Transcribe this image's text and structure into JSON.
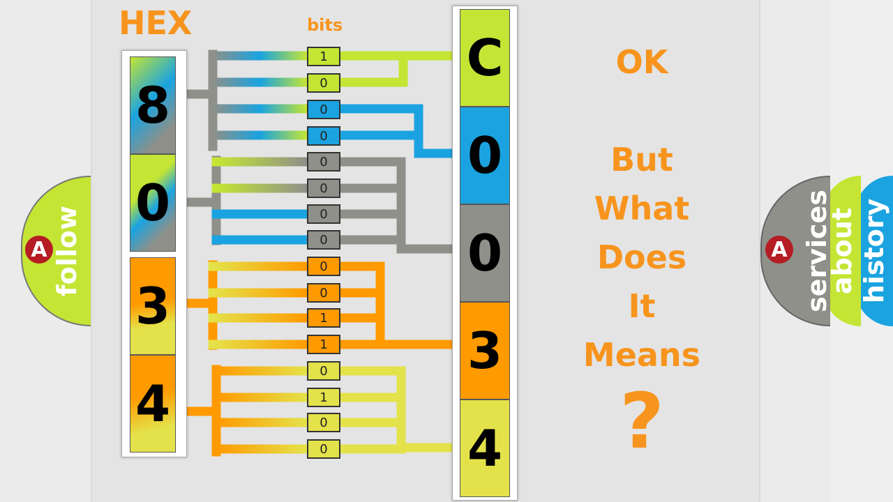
{
  "titles": {
    "hex": "HEX",
    "bits": "bits"
  },
  "left_digits": [
    "8",
    "0",
    "3",
    "4"
  ],
  "bits": [
    "1",
    "0",
    "0",
    "0",
    "0",
    "0",
    "0",
    "0",
    "0",
    "0",
    "1",
    "1",
    "0",
    "1",
    "0",
    "0"
  ],
  "right_digits": [
    "C",
    "0",
    "0",
    "3",
    "4"
  ],
  "message": [
    "OK",
    "But",
    "What",
    "Does",
    "It",
    "Means",
    "?"
  ],
  "tabs": {
    "follow": "follow",
    "services": "services",
    "about": "about",
    "history": "history"
  },
  "logo_letter": "A",
  "colors": {
    "lime": "#c4e534",
    "blue": "#1aa3e0",
    "gray": "#8e9089",
    "orange": "#ff9a00",
    "yellow": "#e4e24a",
    "accent": "#f7941d",
    "logo": "#b51c24"
  }
}
